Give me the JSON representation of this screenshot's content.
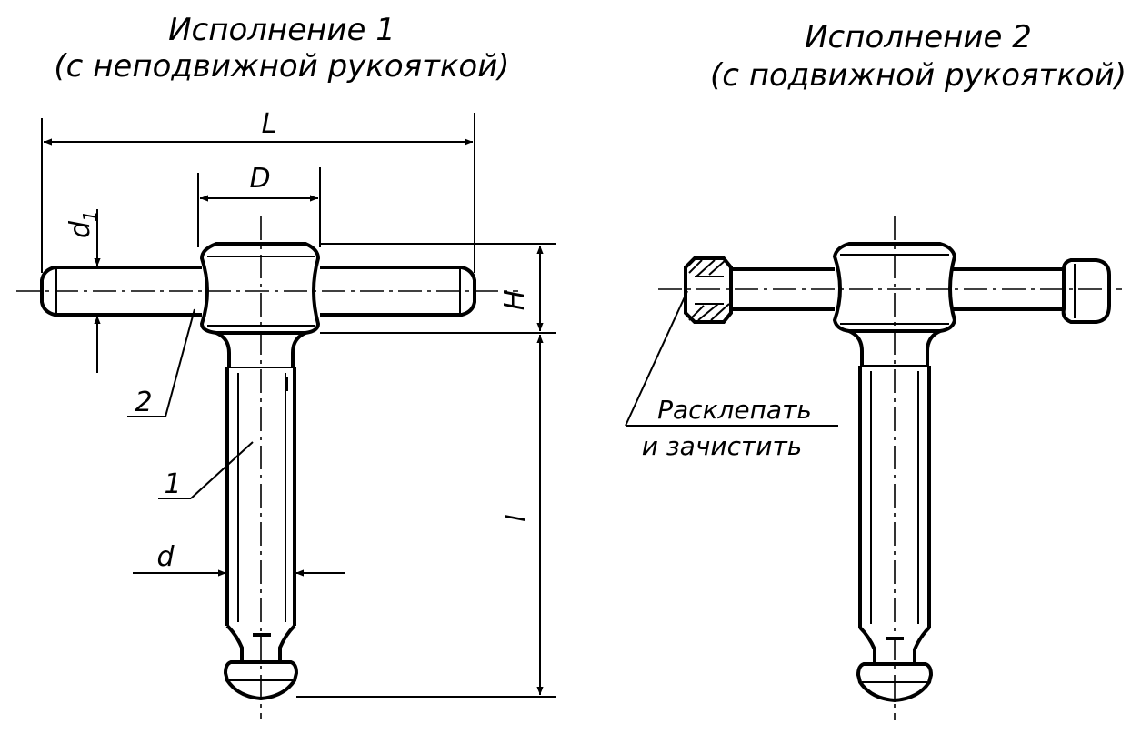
{
  "variant1": {
    "title": "Исполнение 1",
    "subtitle": "(с неподвижной рукояткой)"
  },
  "variant2": {
    "title": "Исполнение 2",
    "subtitle": "(с подвижной рукояткой)"
  },
  "dimensions": {
    "L": "L",
    "D": "D",
    "d1": "d",
    "d1_sub": "1",
    "H": "H",
    "l": "l",
    "d": "d"
  },
  "parts": {
    "part1": "1",
    "part2": "2"
  },
  "notes": {
    "rivet_line1": "Расклепать",
    "rivet_line2": "и зачистить"
  }
}
